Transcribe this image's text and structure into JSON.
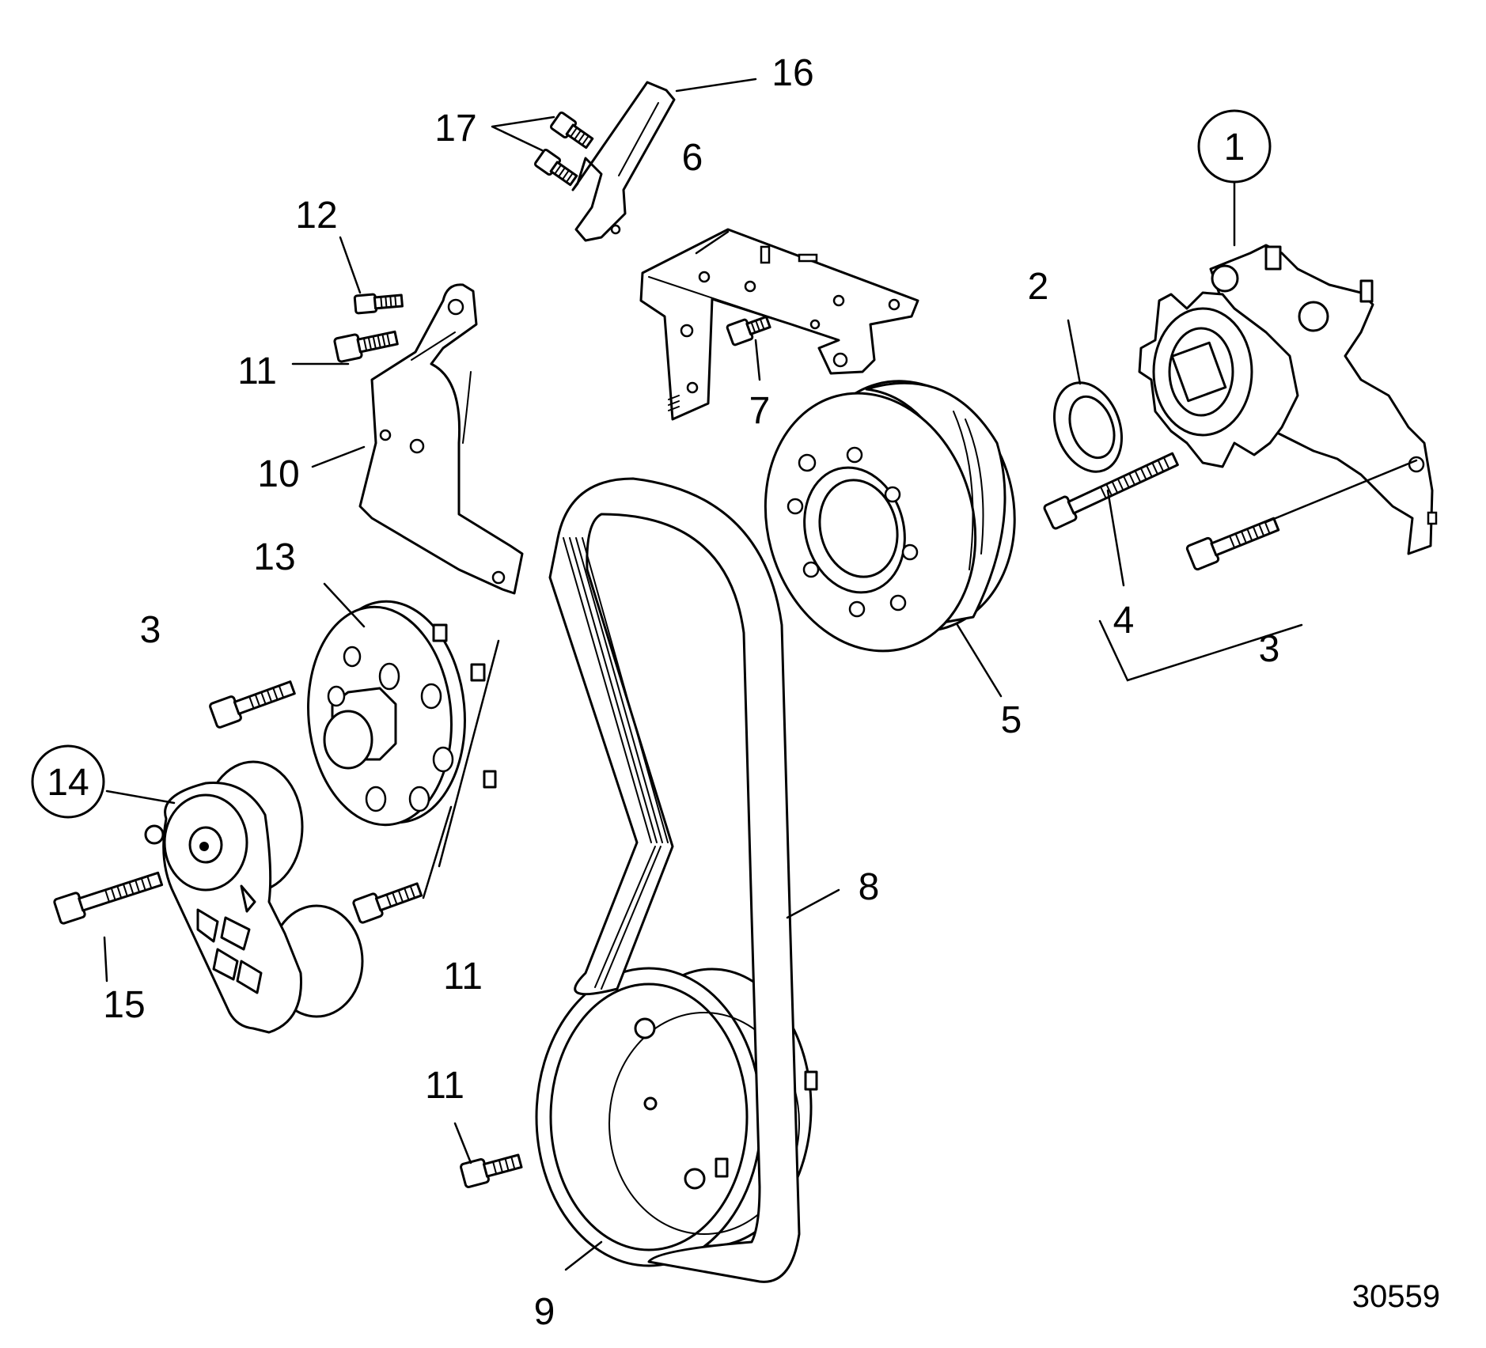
{
  "callouts": {
    "c1": "1",
    "c2": "2",
    "c3a": "3",
    "c3b": "3",
    "c4": "4",
    "c5": "5",
    "c6": "6",
    "c7": "7",
    "c8": "8",
    "c9": "9",
    "c10": "10",
    "c11a": "11",
    "c11b": "11",
    "c11c": "11",
    "c12": "12",
    "c13": "13",
    "c14": "14",
    "c15": "15",
    "c16": "16",
    "c17": "17"
  },
  "reference_number": "30559"
}
